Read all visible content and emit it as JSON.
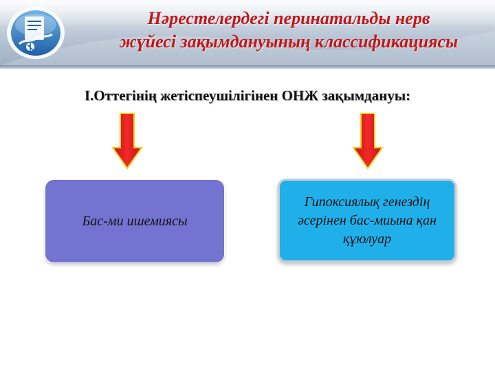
{
  "slide": {
    "title_line1": "Нәрестелердегі перинатальды нерв",
    "title_line2": "жүйесі зақымдануының классификациясы",
    "subheading": "I.Оттегінің жетіспеушілігінен ОНЖ зақымдануы:",
    "left_box": "Бас-ми ишемиясы",
    "right_box": "Гипоксиялық генездің әсерінен бас-миына қан құюлуар"
  },
  "colors": {
    "title": "#c0171a",
    "arrow": "#e81c1c",
    "arrow_outline": "#f2d21a",
    "left_box": "#7373d1",
    "right_box": "#1fb0ea"
  },
  "icons": {
    "logo": "medical-logo-icon",
    "arrows": "arrow-down-icon"
  }
}
